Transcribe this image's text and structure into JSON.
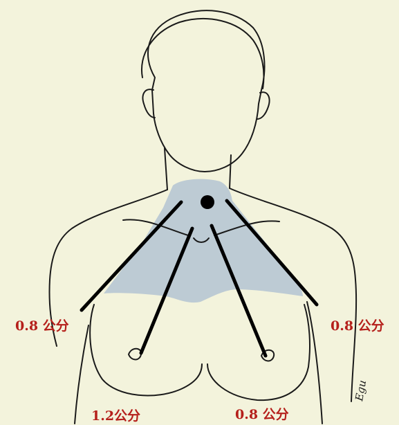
{
  "colors": {
    "background": "#f3f3dc",
    "outline": "#1a1a1a",
    "shaded_region": "#b9c8d3",
    "label_text": "#b5201b",
    "line": "#000000"
  },
  "labels": {
    "left_outer": "0.8 公分",
    "right_outer": "0.8 公分",
    "left_inner": "1.2公分",
    "right_inner": "0.8 公分"
  },
  "signature": "Egu"
}
